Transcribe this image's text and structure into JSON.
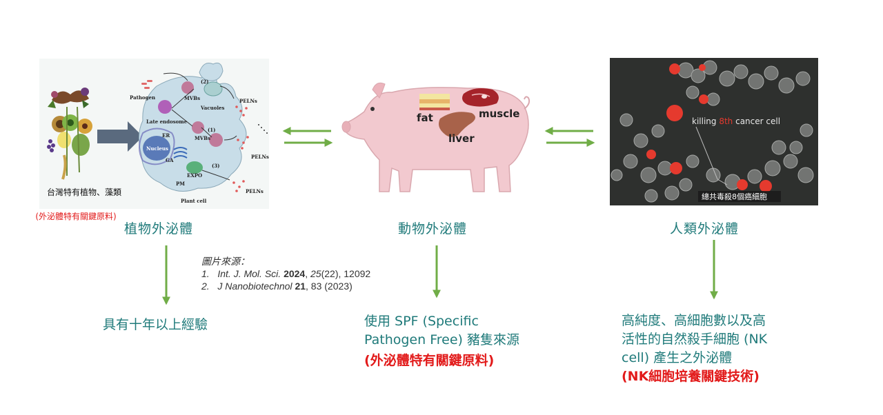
{
  "plant": {
    "caption_species": "台灣特有植物、藻類",
    "caption_key": "(外泌體特有關鍵原料)",
    "title": "植物外泌體",
    "diagram_labels": {
      "pathogen": "Pathogen",
      "late_endosome": "Late endosome",
      "er": "ER",
      "nucleus": "Nucleus",
      "ga": "GA",
      "pm": "PM",
      "plant_cell": "Plant cell",
      "mvbs_top": "MVBs",
      "mvbs_mid": "MVBs",
      "vacuoles": "Vacuoles",
      "expo": "EXPO",
      "pelns_1": "PELNs",
      "pelns_2": "PELNs",
      "pelns_3": "PELNs",
      "num_1": "(1)",
      "num_2": "(2)",
      "num_3": "(3)"
    },
    "result": "具有十年以上經驗"
  },
  "animal": {
    "title": "動物外泌體",
    "labels": {
      "fat": "fat",
      "muscle": "muscle",
      "liver": "liver"
    },
    "result_line1": "使用 SPF (Specific",
    "result_line2": "Pathogen Free) 豬隻來源",
    "result_key": "(外泌體特有關鍵原料)"
  },
  "human": {
    "title": "人類外泌體",
    "micro_label_pre": "killing ",
    "micro_label_em": "8th",
    "micro_label_post": " cancer cell",
    "micro_caption": "總共毒殺8個癌細胞",
    "result_line1": "高純度、高細胞數以及高",
    "result_line2": "活性的自然殺手細胞 (NK",
    "result_line3": "cell) 產生之外泌體",
    "result_key": "(NK細胞培養關鍵技術)"
  },
  "references": {
    "heading": "圖片來源：",
    "ref1_num": "1.",
    "ref1_journal": "Int. J. Mol. Sci.",
    "ref1_year": "2024",
    "ref1_volume": "25",
    "ref1_rest": "(22), 12092",
    "ref2_num": "2.",
    "ref2_journal": "J Nanobiotechnol",
    "ref2_volume": "21",
    "ref2_rest": ", 83 (2023)"
  },
  "colors": {
    "teal": "#1f7a7a",
    "red": "#e21a1a",
    "arrow_green": "#70ad47",
    "pig_pink": "#f2c9cf",
    "nk_red": "#e53a2e"
  }
}
